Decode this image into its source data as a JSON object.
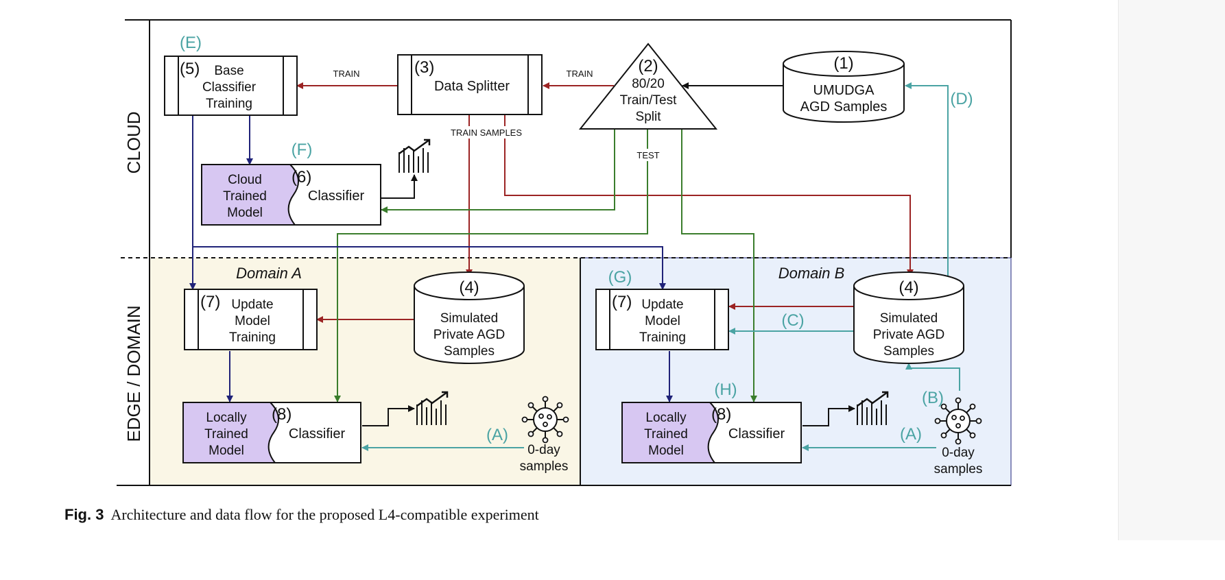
{
  "figure": {
    "regions": {
      "cloud": "CLOUD",
      "edge": "EDGE / DOMAIN",
      "domain_a": "Domain A",
      "domain_b": "Domain B"
    },
    "nodes": {
      "n1": {
        "num": "(1)",
        "line1": "UMUDGA",
        "line2": "AGD Samples"
      },
      "n2": {
        "num": "(2)",
        "line1": "80/20",
        "line2": "Train/Test",
        "line3": "Split"
      },
      "n3": {
        "num": "(3)",
        "label": "Data Splitter"
      },
      "n5": {
        "num": "(5)",
        "line1": "Base",
        "line2": "Classifier",
        "line3": "Training"
      },
      "n6": {
        "num": "(6)",
        "model1": "Cloud",
        "model2": "Trained",
        "model3": "Model",
        "label": "Classifier"
      },
      "n4a": {
        "num": "(4)",
        "line1": "Simulated",
        "line2": "Private AGD",
        "line3": "Samples"
      },
      "n4b": {
        "num": "(4)",
        "line1": "Simulated",
        "line2": "Private AGD",
        "line3": "Samples"
      },
      "n7a": {
        "num": "(7)",
        "line1": "Update",
        "line2": "Model",
        "line3": "Training"
      },
      "n7b": {
        "num": "(7)",
        "line1": "Update",
        "line2": "Model",
        "line3": "Training"
      },
      "n8a": {
        "num": "(8)",
        "model1": "Locally",
        "model2": "Trained",
        "model3": "Model",
        "label": "Classifier"
      },
      "n8b": {
        "num": "(8)",
        "model1": "Locally",
        "model2": "Trained",
        "model3": "Model",
        "label": "Classifier"
      },
      "zero_a": {
        "line1": "0-day",
        "line2": "samples"
      },
      "zero_b": {
        "line1": "0-day",
        "line2": "samples"
      }
    },
    "edge_labels": {
      "train1": "TRAIN",
      "train2": "TRAIN",
      "train_samples": "TRAIN SAMPLES",
      "test": "TEST"
    },
    "flow_labels": {
      "A1": "(A)",
      "A2": "(A)",
      "B": "(B)",
      "C": "(C)",
      "D": "(D)",
      "E": "(E)",
      "F": "(F)",
      "G": "(G)",
      "H": "(H)"
    },
    "colors": {
      "red": "#9b2323",
      "green": "#3a7d2c",
      "navy": "#1f2278",
      "teal": "#4aa3a3",
      "lavender": "#d7c7f2",
      "domain_a_bg": "#faf6e6",
      "domain_b_bg": "#e9f0fb"
    }
  },
  "caption": {
    "label": "Fig. 3",
    "text": "Architecture and data flow for the proposed L4-compatible experiment"
  }
}
